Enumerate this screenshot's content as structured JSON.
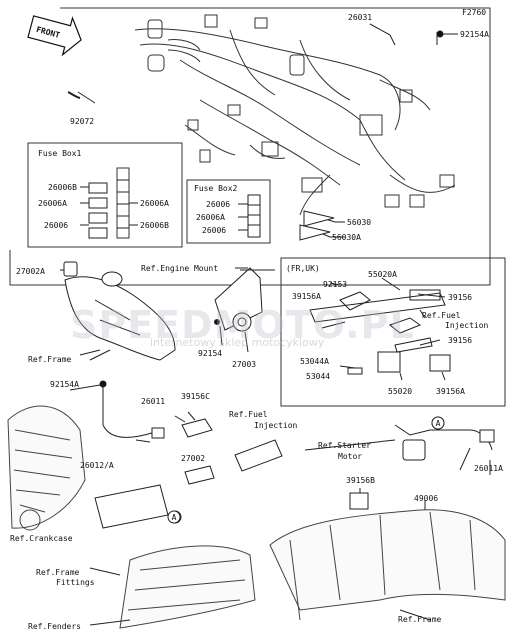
{
  "figure_code": "F2760",
  "front_badge": "FRONT",
  "boxes": {
    "fuse_box1": "Fuse Box1",
    "fuse_box2": "Fuse Box2",
    "fr_uk": "(FR,UK)"
  },
  "watermark": {
    "brand": "SPEEDMOTO.PL",
    "tagline": "internetowy sklep motocyklowy"
  },
  "labels": {
    "p26031": "26031",
    "p92154A_top": "92154A",
    "p92072": "92072",
    "p26006B": "26006B",
    "p26006A_l": "26006A",
    "p26006_l": "26006",
    "p26006A_r": "26006A",
    "p26006B_r": "26006B",
    "fb2_26006": "26006",
    "fb2_26006A": "26006A",
    "fb2_26006_b": "26006",
    "p56030": "56030",
    "p56030A": "56030A",
    "p27002A": "27002A",
    "ref_engine_mount": "Ref.Engine Mount",
    "ref_frame_left": "Ref.Frame",
    "p92154": "92154",
    "p27003": "27003",
    "p92153": "92153",
    "p39156A_a": "39156A",
    "p55020A": "55020A",
    "p39156_a": "39156",
    "ref_fuel_injection_1a": "Ref.Fuel",
    "ref_fuel_injection_1b": "Injection",
    "p39156_b": "39156",
    "p53044A": "53044A",
    "p53044": "53044",
    "p55020": "55020",
    "p39156A_b": "39156A",
    "p92154A_mid": "92154A",
    "p26011": "26011",
    "p39156C": "39156C",
    "ref_fuel_injection_2a": "Ref.Fuel",
    "ref_fuel_injection_2b": "Injection",
    "ref_starter_motor_a": "Ref.Starter",
    "ref_starter_motor_b": "Motor",
    "p26012A": "26012/A",
    "p27002": "27002",
    "p26011A": "26011A",
    "p39156B": "39156B",
    "p49006": "49006",
    "ref_crankcase": "Ref.Crankcase",
    "ref_frame_fittings_a": "Ref.Frame",
    "ref_frame_fittings_b": "Fittings",
    "ref_fenders": "Ref.Fenders",
    "ref_frame_bottom": "Ref.Frame",
    "marker_a1": "A",
    "marker_a2": "A"
  }
}
